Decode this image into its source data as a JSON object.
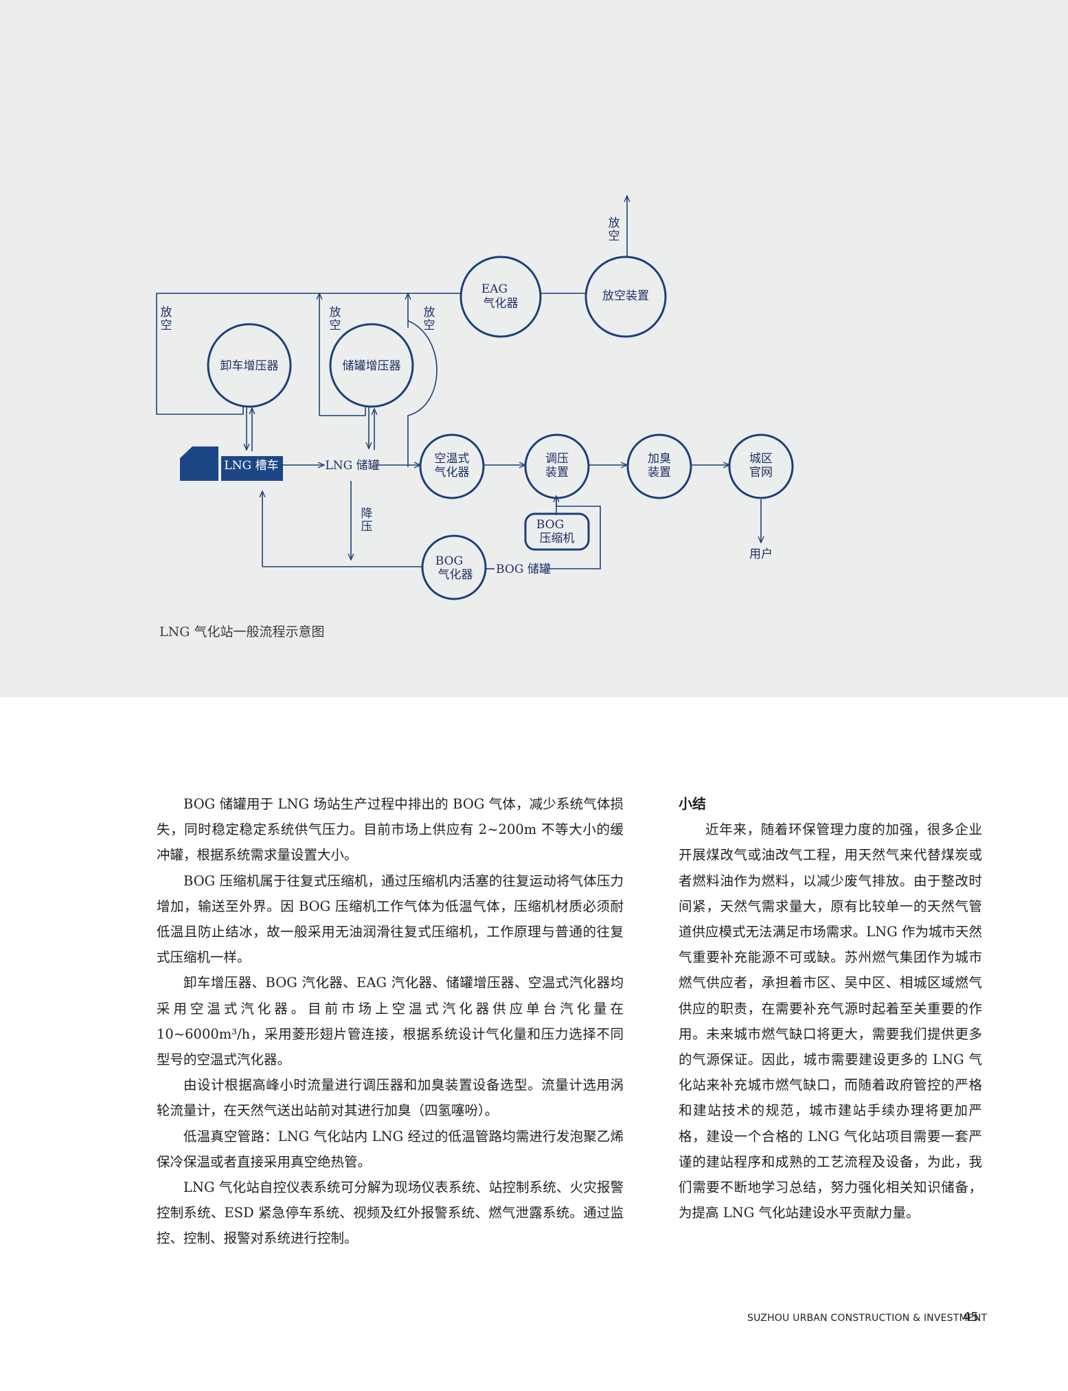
{
  "diagram": {
    "colors": {
      "primary": "#1d3f7a",
      "panel_bg": "#eceeee"
    },
    "nodes": {
      "unload_booster": "卸车增压器",
      "tank_booster": "储罐增压器",
      "eag_line1": "EAG",
      "eag_line2": "气化器",
      "vent_device": "放空装置",
      "lng_tanker": "LNG 槽车",
      "lng_tank": "LNG 储罐",
      "air_vaporizer_line1": "空温式",
      "air_vaporizer_line2": "气化器",
      "regulator_line1": "调压",
      "regulator_line2": "装置",
      "odorizer_line1": "加臭",
      "odorizer_line2": "装置",
      "city_grid_line1": "城区",
      "city_grid_line2": "官网",
      "bog_compressor_line1": "BOG",
      "bog_compressor_line2": "压缩机",
      "bog_vaporizer_line1": "BOG",
      "bog_vaporizer_line2": "气化器",
      "bog_tank": "BOG 储罐",
      "users": "用户"
    },
    "labels": {
      "vent_char1": "放",
      "vent_char2": "空",
      "depressurize_char1": "降",
      "depressurize_char2": "压"
    }
  },
  "caption": "LNG 气化站一般流程示意图",
  "left_column": [
    "BOG 储罐用于 LNG 场站生产过程中排出的 BOG 气体，减少系统气体损失，同时稳定稳定系统供气压力。目前市场上供应有 2~200m 不等大小的缓冲罐，根据系统需求量设置大小。",
    "BOG 压缩机属于往复式压缩机，通过压缩机内活塞的往复运动将气体压力增加，输送至外界。因 BOG 压缩机工作气体为低温气体，压缩机材质必须耐低温且防止结冰，故一般采用无油润滑往复式压缩机，工作原理与普通的往复式压缩机一样。",
    "卸车增压器、BOG 汽化器、EAG 汽化器、储罐增压器、空温式汽化器均采用空温式汽化器。目前市场上空温式汽化器供应单台汽化量在 10~6000m³/h，采用菱形翅片管连接，根据系统设计气化量和压力选择不同型号的空温式汽化器。",
    "由设计根据高峰小时流量进行调压器和加臭装置设备选型。流量计选用涡轮流量计，在天然气送出站前对其进行加臭（四氢噻吩）。",
    "低温真空管路：LNG 气化站内 LNG 经过的低温管路均需进行发泡聚乙烯保冷保温或者直接采用真空绝热管。",
    "LNG 气化站自控仪表系统可分解为现场仪表系统、站控制系统、火灾报警控制系统、ESD 紧急停车系统、视频及红外报警系统、燃气泄露系统。通过监控、控制、报警对系统进行控制。"
  ],
  "right_column": {
    "title": "小结",
    "body": "近年来，随着环保管理力度的加强，很多企业开展煤改气或油改气工程，用天然气来代替煤炭或者燃料油作为燃料，以减少废气排放。由于整改时间紧，天然气需求量大，原有比较单一的天然气管道供应模式无法满足市场需求。LNG 作为城市天然气重要补充能源不可或缺。苏州燃气集团作为城市燃气供应者，承担着市区、吴中区、相城区域燃气供应的职责，在需要补充气源时起着至关重要的作用。未来城市燃气缺口将更大，需要我们提供更多的气源保证。因此，城市需要建设更多的 LNG 气化站来补充城市燃气缺口，而随着政府管控的严格和建站技术的规范，城市建站手续办理将更加严格，建设一个合格的 LNG 气化站项目需要一套严谨的建站程序和成熟的工艺流程及设备，为此，我们需要不断地学习总结，努力强化相关知识储备，为提高 LNG 气化站建设水平贡献力量。"
  },
  "footer": {
    "magazine": "SUZHOU URBAN CONSTRUCTION & INVESTMENT",
    "page_number": "45"
  }
}
